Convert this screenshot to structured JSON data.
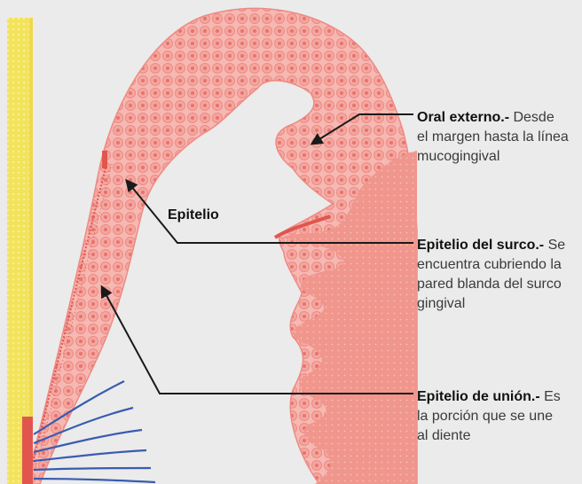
{
  "labels": {
    "epitelio": "Epitelio",
    "oral_externo": {
      "title": "Oral externo.-",
      "line1": " Desde",
      "line2": "el margen hasta la línea",
      "line3": "mucogingival"
    },
    "surco": {
      "title": "Epitelio del surco.-",
      "line1": " Se",
      "line2": "encuentra cubriendo la",
      "line3": "pared blanda del surco",
      "line4": "gingival"
    },
    "union": {
      "title": "Epitelio de unión.-",
      "line1": " Es",
      "line2": "la porción que se une",
      "line3": "al diente"
    }
  },
  "colors": {
    "background": "#ebebeb",
    "tooth_yellow": "#f3e35a",
    "epithelium_light": "#f6b8b2",
    "epithelium_cells": "#ee8a84",
    "connective_tissue": "#f0968c",
    "sulcus_edge": "#e0564f",
    "fibers_blue": "#3a5cb0",
    "arrows": "#1a1a1a"
  }
}
